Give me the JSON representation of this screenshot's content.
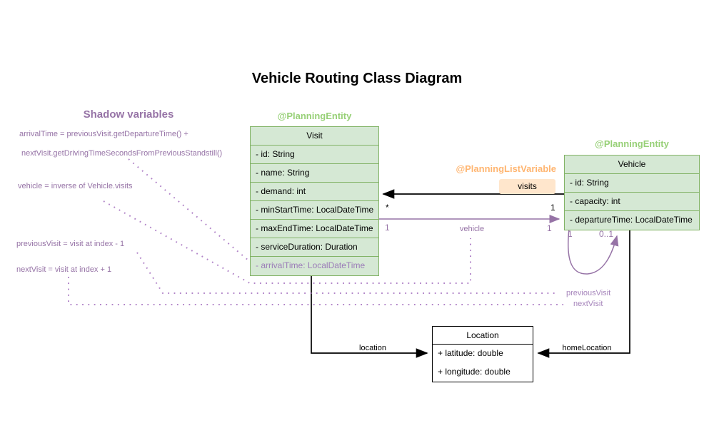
{
  "title": "Vehicle Routing Class Diagram",
  "shadow": {
    "heading": "Shadow variables",
    "notes": [
      "arrivalTime = previousVisit.getDepartureTime() +",
      "nextVisit.getDrivingTimeSecondsFromPreviousStandstill()",
      "vehicle = inverse of Vehicle.visits",
      "previousVisit = visit at index - 1",
      "nextVisit = visit at index + 1"
    ]
  },
  "visit": {
    "annotation": "@PlanningEntity",
    "name": "Visit",
    "attributes": [
      "- id: String",
      "- name: String",
      "- demand: int",
      "- minStartTime: LocalDateTime",
      "- maxEndTime: LocalDateTime",
      "- serviceDuration: Duration",
      "- arrivalTime: LocalDateTime"
    ]
  },
  "vehicle": {
    "annotation": "@PlanningEntity",
    "name": "Vehicle",
    "attributes": [
      "- id: String",
      "- capacity: int",
      "- departureTime: LocalDateTime"
    ]
  },
  "location": {
    "name": "Location",
    "attributes": [
      "+ latitude: double",
      "+ longitude: double"
    ]
  },
  "relations": {
    "visits": {
      "annotation": "@PlanningListVariable",
      "label": "visits",
      "visit_end": "*",
      "vehicle_end": "1"
    },
    "vehicle_ref": {
      "label": "vehicle",
      "visit_end": "1",
      "vehicle_end": "1"
    },
    "standstill_loop": {
      "left_end": "1",
      "right_end": "0..1"
    },
    "location_ref": {
      "label": "location"
    },
    "home_location_ref": {
      "label": "homeLocation"
    },
    "previous_visit": {
      "label": "previousVisit"
    },
    "next_visit": {
      "label": "nextVisit"
    }
  },
  "colors": {
    "class_fill": "#d5e8d4",
    "class_border": "#82b366",
    "annotation_green": "#97d077",
    "annotation_orange": "#ffb570",
    "badge_fill": "#ffe6cc",
    "purple": "#9673a6",
    "dotted_purple": "#b184c8"
  }
}
